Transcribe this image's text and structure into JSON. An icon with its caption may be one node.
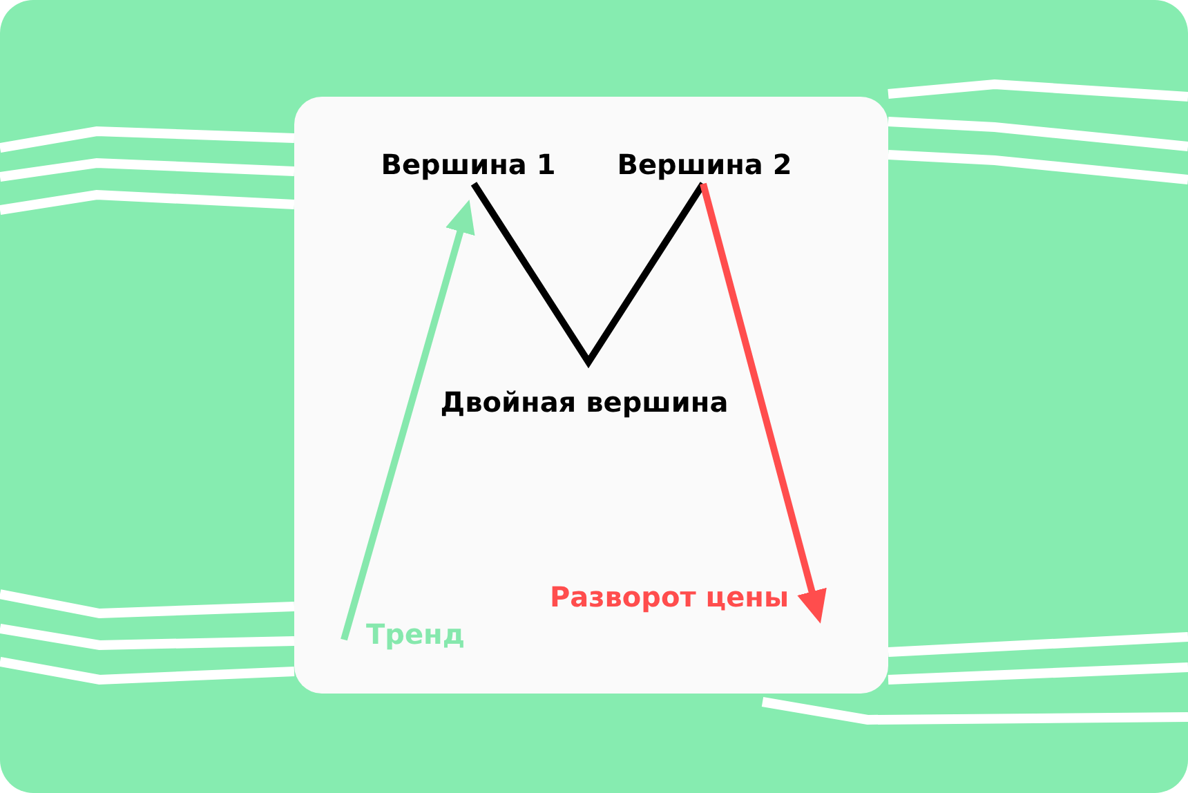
{
  "diagram": {
    "nodes": [
      {
        "text": [
          "Вершина 1"
        ]
      },
      {
        "text": [
          "Вершина 2"
        ]
      }
    ],
    "edges": [
      {
        "from": null,
        "to": 0,
        "arrow": "to",
        "label": "Тренд",
        "color": "#86e8ad"
      },
      {
        "from": 0,
        "to": 1,
        "arrow": "none",
        "color": "#000000"
      },
      {
        "from": 1,
        "to": null,
        "arrow": "to",
        "label": "Разворот цены",
        "color": "#ff4d4d"
      }
    ],
    "labels": [
      "Двойная вершина"
    ]
  }
}
